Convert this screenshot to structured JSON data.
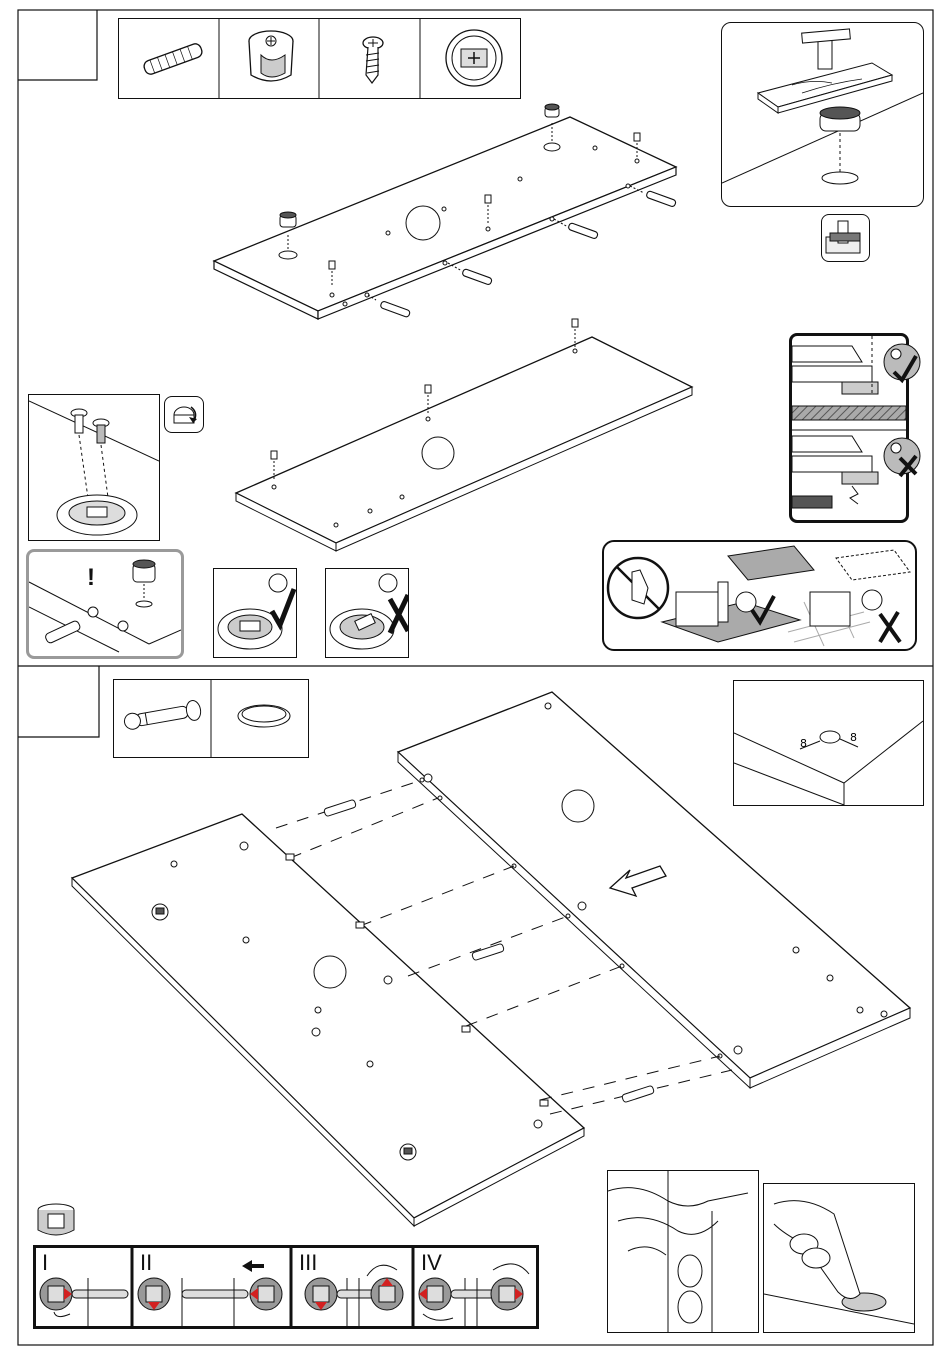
{
  "steps": [
    {
      "parts": [
        "dowel",
        "cam-lock",
        "screw",
        "cam-lock-top"
      ]
    },
    {
      "parts": [
        "connector-bolt",
        "felt-pad"
      ]
    }
  ],
  "cam_lock_steps": [
    {
      "label": "I"
    },
    {
      "label": "II"
    },
    {
      "label": "III"
    },
    {
      "label": "IV"
    }
  ],
  "notes": {
    "exclamation": "!"
  },
  "colors": {
    "line": "#111111",
    "arrow_red": "#d32020",
    "gray_frame": "#9a9a9a"
  }
}
